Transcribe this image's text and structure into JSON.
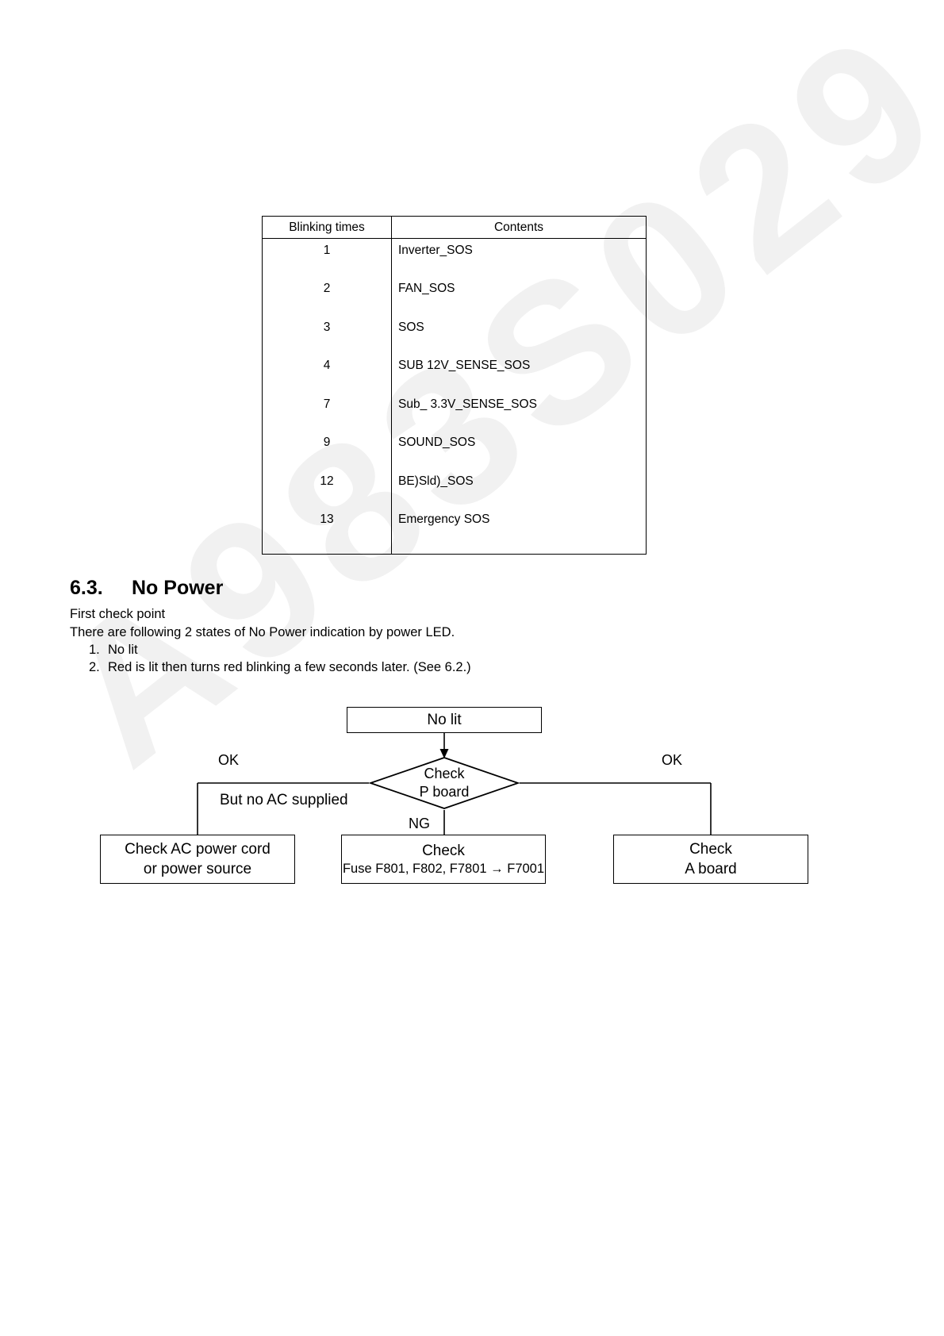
{
  "watermark": {
    "text": "A983S029"
  },
  "blinking_table": {
    "headers": {
      "times": "Blinking times",
      "contents": "Contents"
    },
    "rows": [
      {
        "times": "1",
        "contents": "Inverter_SOS"
      },
      {
        "times": "2",
        "contents": "FAN_SOS"
      },
      {
        "times": "3",
        "contents": "SOS"
      },
      {
        "times": "4",
        "contents": "SUB 12V_SENSE_SOS"
      },
      {
        "times": "7",
        "contents": "Sub_ 3.3V_SENSE_SOS"
      },
      {
        "times": "9",
        "contents": "SOUND_SOS"
      },
      {
        "times": "12",
        "contents": "BE)Sld)_SOS"
      },
      {
        "times": "13",
        "contents": "Emergency SOS"
      }
    ]
  },
  "section": {
    "number": "6.3.",
    "title": "No Power",
    "first_check_point": "First check point",
    "intro": "There are following 2 states of No Power indication by power LED.",
    "list": [
      {
        "num": "1.",
        "text": "No lit"
      },
      {
        "num": "2.",
        "text": "Red is lit then turns red blinking a few seconds later. (See 6.2.)"
      }
    ]
  },
  "flowchart": {
    "start_box": "No lit",
    "decision": {
      "line1": "Check",
      "line2": "P board"
    },
    "labels": {
      "ok_left": "OK",
      "ok_right": "OK",
      "ng": "NG",
      "but_no_ac": "But no AC supplied"
    },
    "boxes": {
      "ac_cord": {
        "line1": "Check AC power cord",
        "line2": "or power source"
      },
      "fuse": {
        "line1": "Check",
        "line2": "Fuse F801, F802, F7801 → F7001"
      },
      "a_board": {
        "line1": "Check",
        "line2": "A board"
      }
    }
  }
}
